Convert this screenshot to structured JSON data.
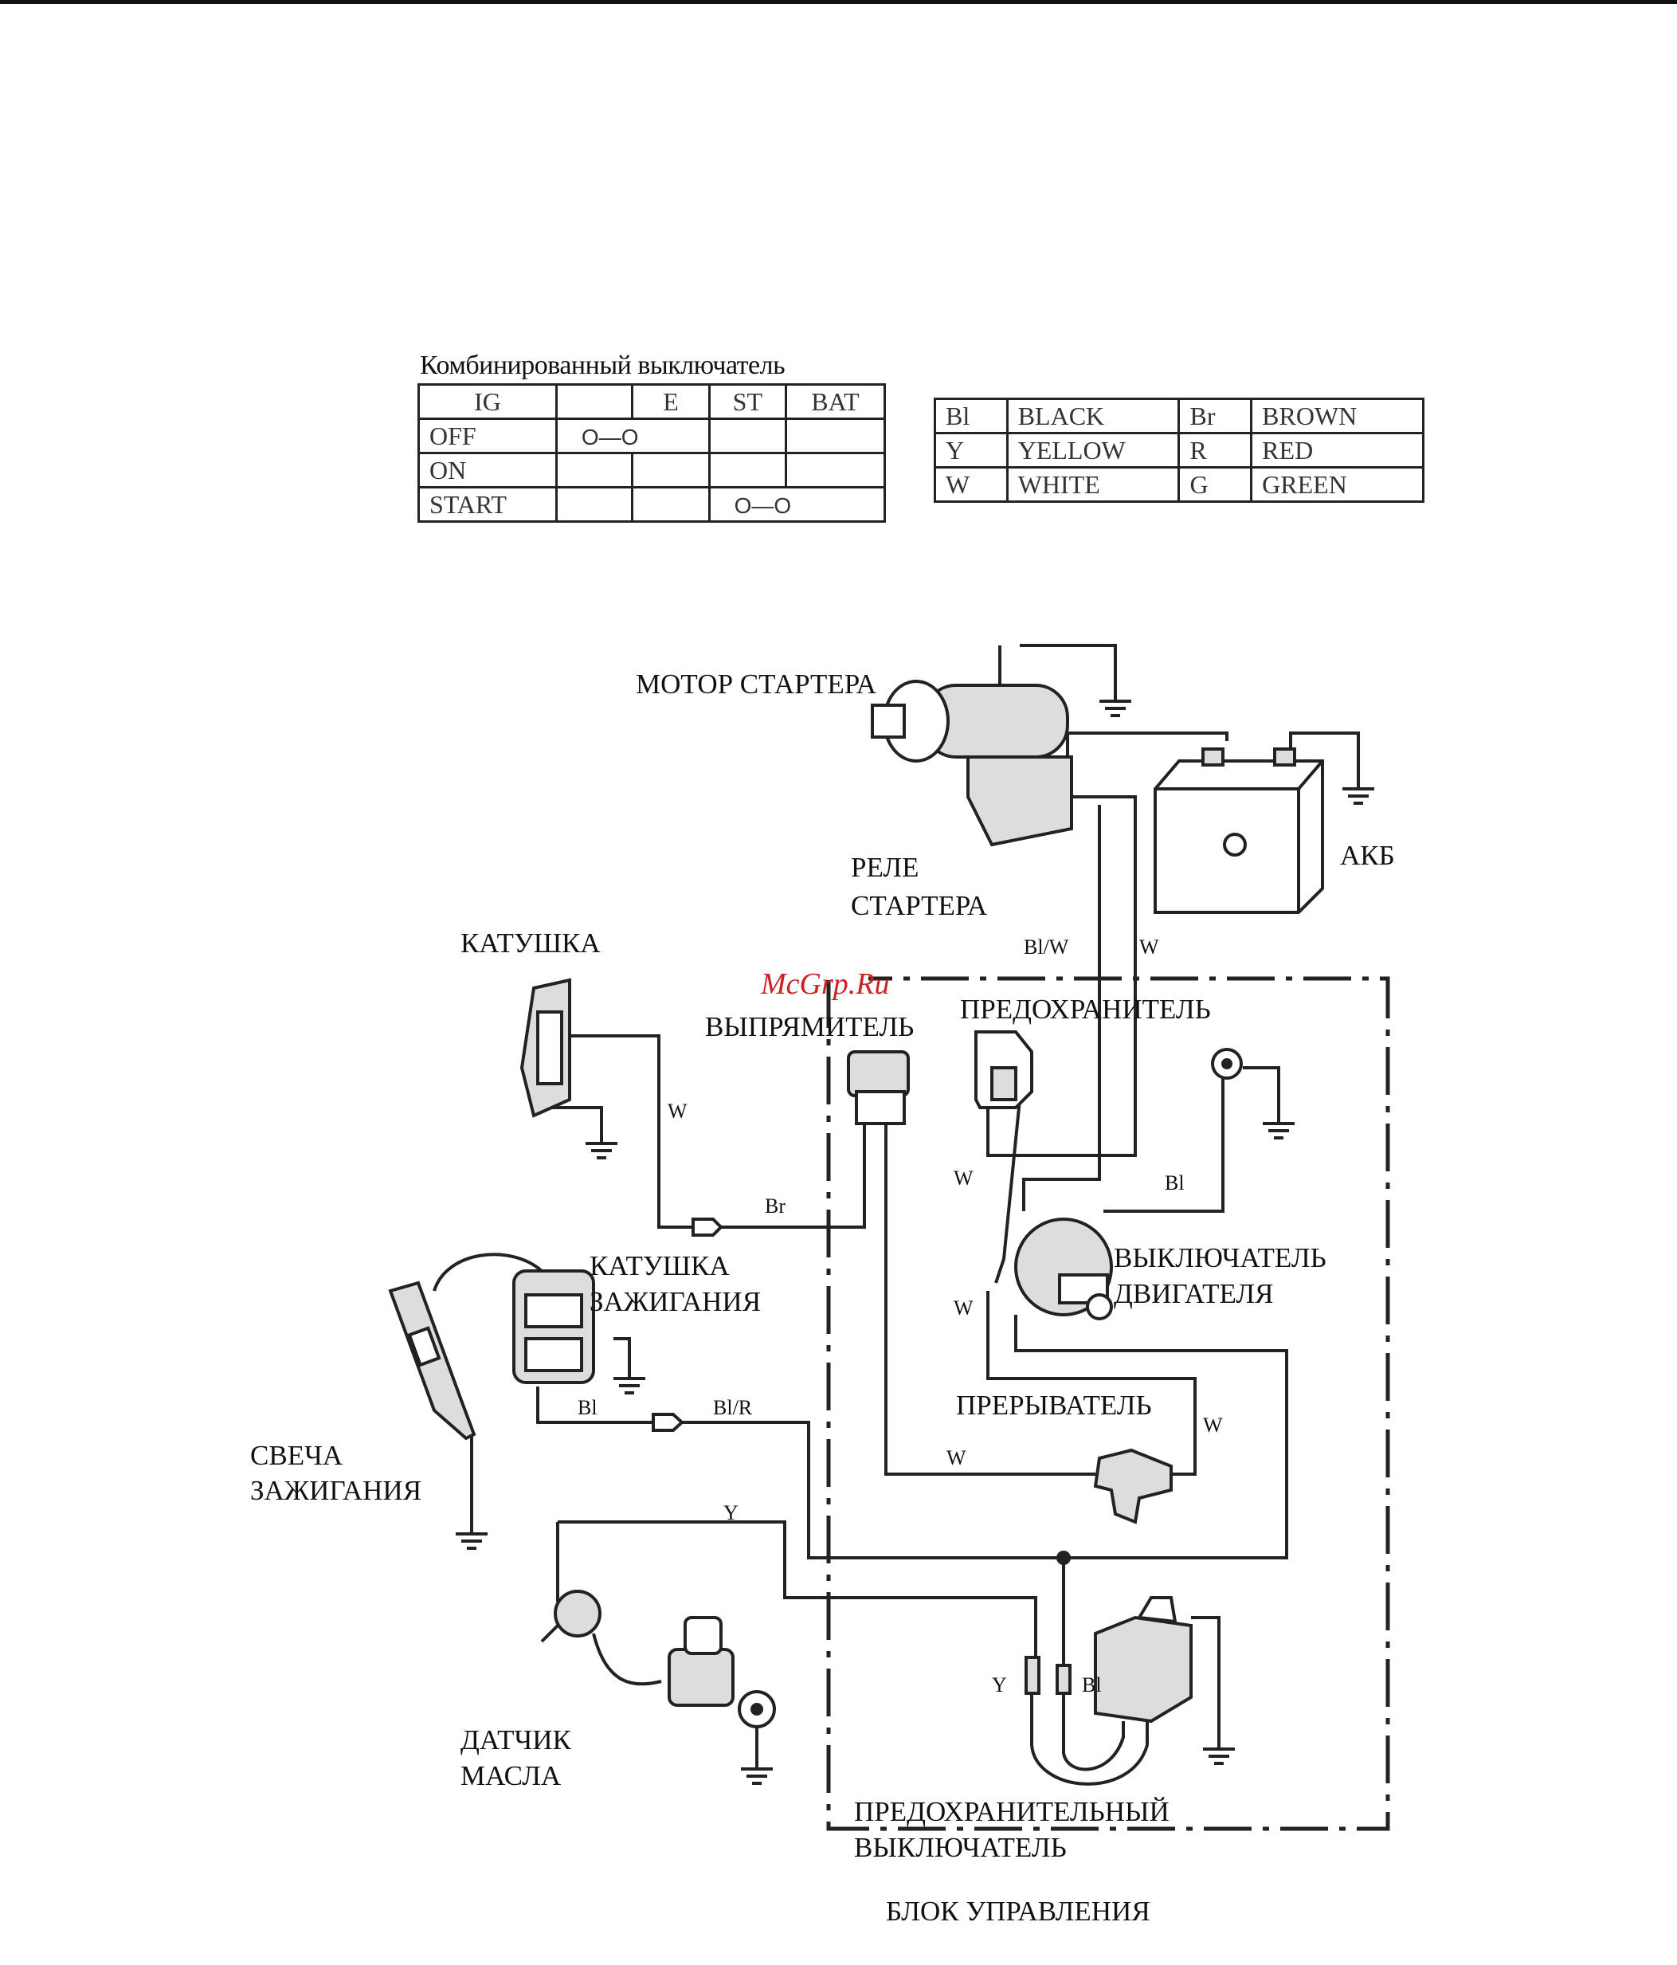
{
  "watermark": "McGrp.Ru",
  "switch_table": {
    "caption": "Комбинированный выключатель",
    "headers": [
      "IG",
      "",
      "E",
      "ST",
      "BAT"
    ],
    "rows": [
      {
        "label": "OFF",
        "contact": "O—O"
      },
      {
        "label": "ON",
        "contact": ""
      },
      {
        "label": "START",
        "contact": "O—O"
      }
    ]
  },
  "color_table": {
    "rows": [
      [
        "Bl",
        "BLACK",
        "Br",
        "BROWN"
      ],
      [
        "Y",
        "YELLOW",
        "R",
        "RED"
      ],
      [
        "W",
        "WHITE",
        "G",
        "GREEN"
      ]
    ]
  },
  "components": {
    "starter_motor": "МОТОР СТАРТЕРА",
    "starter_relay_1": "РЕЛЕ",
    "starter_relay_2": "СТАРТЕРА",
    "battery": "АКБ",
    "coil": "КАТУШКА",
    "rectifier": "ВЫПРЯМИТЕЛЬ",
    "fuse": "ПРЕДОХРАНИТЕЛЬ",
    "engine_switch_1": "ВЫКЛЮЧАТЕЛЬ",
    "engine_switch_2": "ДВИГАТЕЛЯ",
    "ignition_coil_1": "КАТУШКА",
    "ignition_coil_2": "ЗАЖИГАНИЯ",
    "spark_plug_1": "СВЕЧА",
    "spark_plug_2": "ЗАЖИГАНИЯ",
    "breaker": "ПРЕРЫВАТЕЛЬ",
    "oil_sensor_1": "ДАТЧИК",
    "oil_sensor_2": "МАСЛА",
    "safety_switch_1": "ПРЕДОХРАНИТЕЛЬНЫЙ",
    "safety_switch_2": "ВЫКЛЮЧАТЕЛЬ",
    "control_box": "БЛОК УПРАВЛЕНИЯ"
  },
  "wire_labels": {
    "bl_w": "Bl/W",
    "w_top": "W",
    "w_coil": "W",
    "br": "Br",
    "w_fuse": "W",
    "bl_ground": "Bl",
    "w_mid": "W",
    "w_breaker_right": "W",
    "w_breaker_bottom": "W",
    "bl_ign": "Bl",
    "bl_r": "Bl/R",
    "y_top": "Y",
    "y_safety": "Y",
    "bl_safety": "Bl"
  }
}
